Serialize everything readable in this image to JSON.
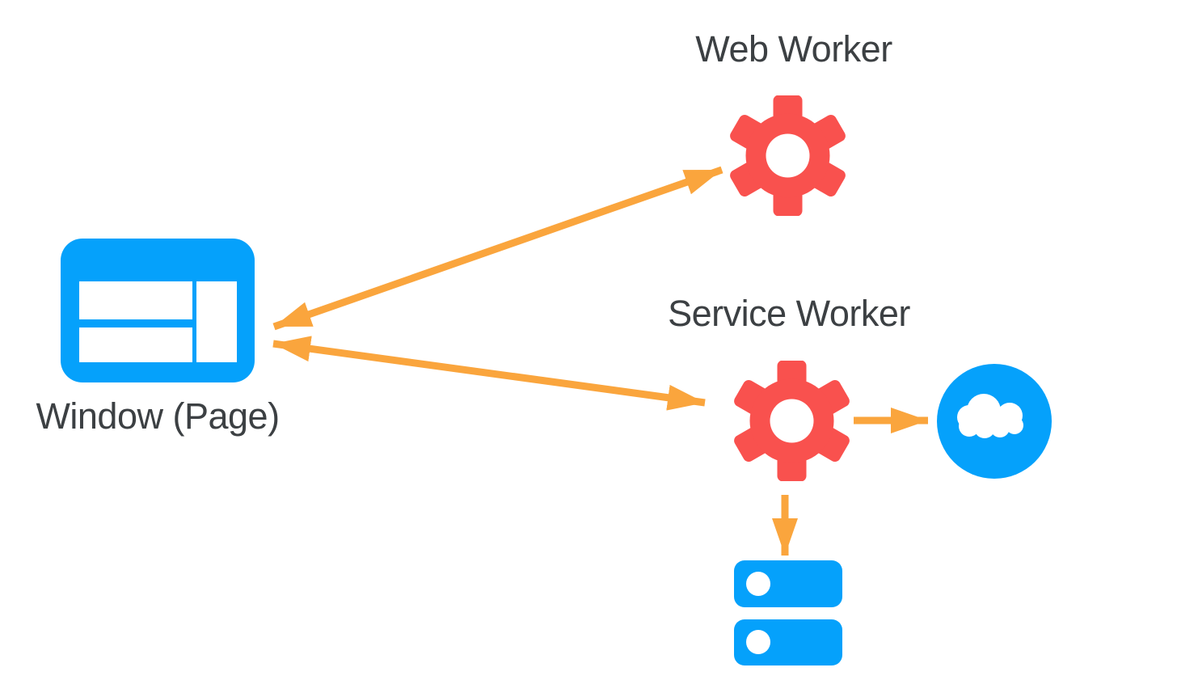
{
  "colors": {
    "blue": "#05A1FB",
    "red": "#F9514E",
    "orange": "#FAA53D",
    "label_text": "#3C4043",
    "white": "#FFFFFF",
    "background": "#FFFFFF"
  },
  "nodes": {
    "window": {
      "label": "Window (Page)",
      "icon": "browser-window-icon"
    },
    "web_worker": {
      "label": "Web Worker",
      "icon": "gear-icon"
    },
    "service_worker": {
      "label": "Service Worker",
      "icon": "gear-icon"
    },
    "cloud": {
      "icon": "cloud-icon"
    },
    "storage": {
      "icon": "database-stack-icon"
    }
  },
  "edges": [
    {
      "from": "window",
      "to": "web_worker",
      "bidirectional": true
    },
    {
      "from": "window",
      "to": "service_worker",
      "bidirectional": true
    },
    {
      "from": "service_worker",
      "to": "cloud",
      "bidirectional": false
    },
    {
      "from": "service_worker",
      "to": "storage",
      "bidirectional": false
    }
  ]
}
